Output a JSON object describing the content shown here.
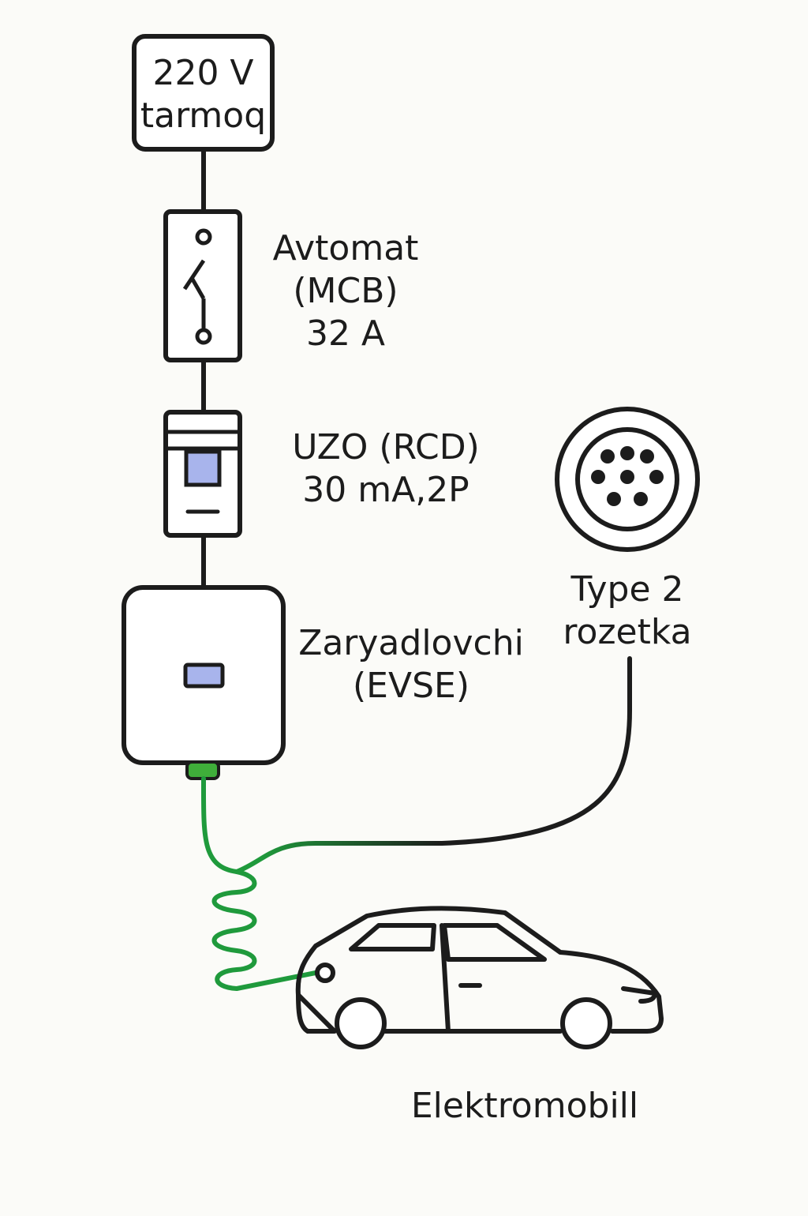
{
  "components": {
    "grid": {
      "line1": "220 V",
      "line2": "tarmoq"
    },
    "breaker": {
      "line1": "Avtomat",
      "line2": "(MCB)",
      "line3": "32 A"
    },
    "rcd": {
      "line1": "UZO (RCD)",
      "line2": "30 mA,2P"
    },
    "charger": {
      "line1": "Zaryadlovchi",
      "line2": "(EVSE)"
    },
    "socket": {
      "line1": "Type 2",
      "line2": "rozetka"
    },
    "car": {
      "label": "Elektromobill"
    }
  },
  "colors": {
    "stroke": "#1c1c1c",
    "cable_green": "#1f9a3c",
    "indicator_blue": "#a8b4ec",
    "background": "#fbfbf8",
    "box_fill": "#ffffff"
  },
  "icons": [
    "switch-contact-icon",
    "rcd-indicator-icon",
    "evse-display-icon",
    "type2-socket-icon",
    "car-icon"
  ]
}
